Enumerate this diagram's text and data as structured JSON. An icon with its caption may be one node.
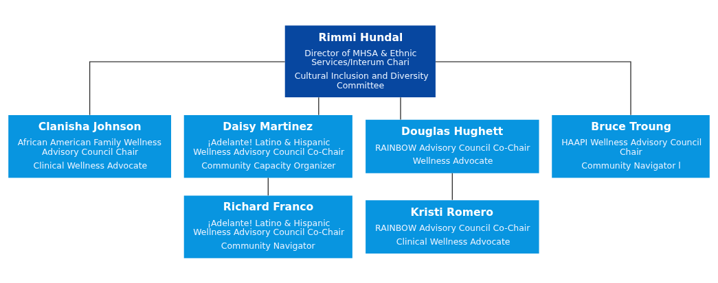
{
  "diagram": {
    "nodes": [
      {
        "text": [
          "Rimmi Hundal",
          "Director of MHSA & Ethnic Services/Interum Chari",
          "Cultural Inclusion and Diversity Committee"
        ]
      },
      {
        "text": [
          "Clanisha Johnson",
          "African American Family Wellness Advisory Council Chair",
          "Clinical Wellness Advocate"
        ]
      },
      {
        "text": [
          "Daisy Martinez",
          "¡Adelante! Latino & Hispanic Wellness Advisory Council Co-Chair",
          "Community Capacity Organizer"
        ]
      },
      {
        "text": [
          "Douglas Hughett",
          "RAINBOW Advisory Council Co-Chair",
          "Wellness Advocate"
        ]
      },
      {
        "text": [
          "Bruce Troung",
          "HAAPI Wellness Advisory Council Chair",
          "Community Navigator l"
        ]
      },
      {
        "text": [
          "Richard Franco",
          "¡Adelante! Latino & Hispanic Wellness Advisory Council Co-Chair",
          "Community Navigator"
        ]
      },
      {
        "text": [
          "Kristi Romero",
          "RAINBOW Advisory Council Co-Chair",
          "Clinical Wellness Advocate"
        ]
      }
    ],
    "edges": [
      {
        "from": 0,
        "to": 1,
        "arrow": "none"
      },
      {
        "from": 0,
        "to": 2,
        "arrow": "none"
      },
      {
        "from": 0,
        "to": 3,
        "arrow": "none"
      },
      {
        "from": 0,
        "to": 4,
        "arrow": "none"
      },
      {
        "from": 2,
        "to": 5,
        "arrow": "none"
      },
      {
        "from": 3,
        "to": 6,
        "arrow": "none"
      }
    ]
  }
}
